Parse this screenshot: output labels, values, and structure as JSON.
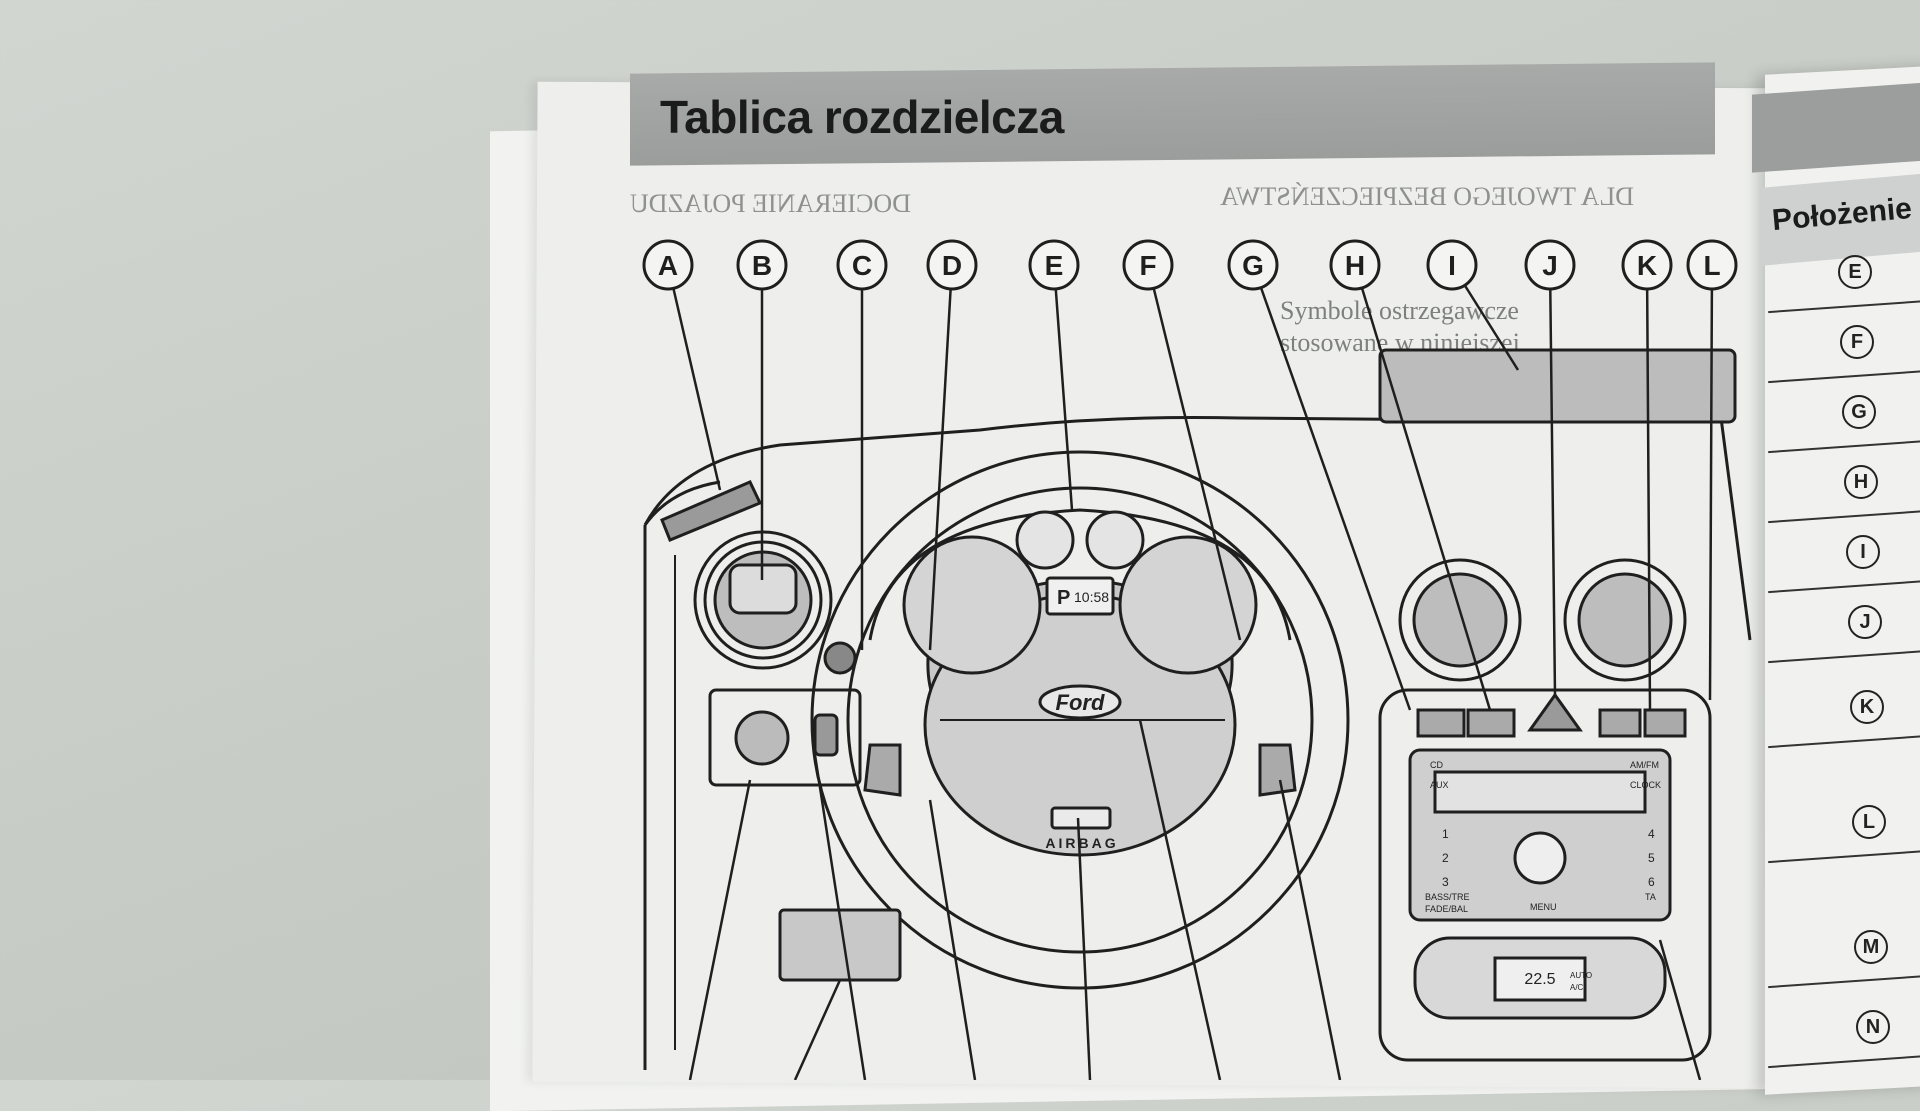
{
  "page_title": "Tablica rozdzielcza",
  "callouts_top": [
    "A",
    "B",
    "C",
    "D",
    "E",
    "F",
    "G",
    "H",
    "I",
    "J",
    "K",
    "L"
  ],
  "right_table": {
    "header": "Położenie",
    "rows": [
      "E",
      "F",
      "G",
      "H",
      "I",
      "J",
      "K",
      "L",
      "M",
      "N"
    ]
  },
  "dashboard_labels": {
    "brand_logo": "Ford",
    "airbag": "AIRBAG",
    "clock": "10:58",
    "gear": "P",
    "radio_buttons": [
      "CD",
      "AUX",
      "AM/FM",
      "CLOCK",
      "BASS/TRE",
      "FADE/BAL",
      "MENU",
      "TA"
    ],
    "radio_presets": [
      "1",
      "2",
      "3",
      "4",
      "5",
      "6"
    ],
    "climate_temp": "22.5",
    "climate_modes": [
      "AUTO",
      "A/C"
    ]
  },
  "show_through_text": {
    "heading_left": "DOCIERANIE POJAZDU",
    "heading_right": "DLA TWOJEGO BEZPIECZEŃSTWA",
    "sub_right": "Symbole ostrzegawcze",
    "sub_right_2": "stosowane w niniejszej"
  },
  "colors": {
    "ink": "#1b1b1b",
    "page": "#eeefed",
    "band": "#9c9e9d"
  }
}
